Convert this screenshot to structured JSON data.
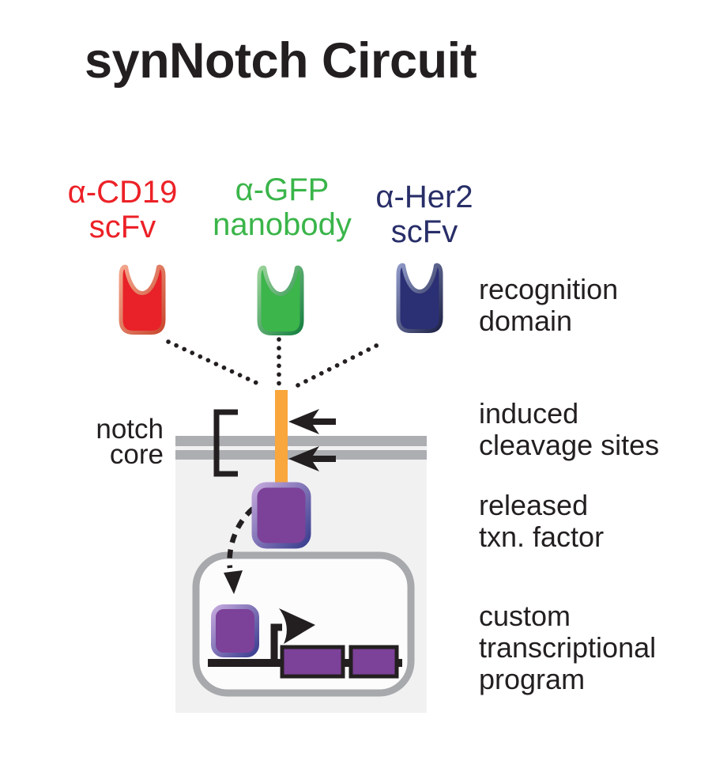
{
  "figure_title": "synNotch Circuit",
  "receptors": [
    {
      "id": "anti-cd19-scfv",
      "line1": "α-CD19",
      "line2": "scFv",
      "text_color": "#EC2127",
      "fill": "#E82228",
      "edge_light": "#F4A88E",
      "edge_dark": "#C9472E"
    },
    {
      "id": "anti-gfp-nanobody",
      "line1": "α-GFP",
      "line2": "nanobody",
      "text_color": "#3AB54A",
      "fill": "#3CB54B",
      "edge_light": "#9BD49B",
      "edge_dark": "#157F40"
    },
    {
      "id": "anti-her2-scfv",
      "line1": "α-Her2",
      "line2": "scFv",
      "text_color": "#282E68",
      "fill": "#2B2F74",
      "edge_light": "#8E99C8",
      "edge_dark": "#1D2145"
    }
  ],
  "notch_core_label": {
    "line1": "notch",
    "line2": "core"
  },
  "annotations": {
    "recognition_domain": {
      "line1": "recognition",
      "line2": "domain"
    },
    "induced_cleavage_sites": {
      "line1": "induced",
      "line2": "cleavage sites"
    },
    "released_txn_factor": {
      "line1": "released",
      "line2": "txn. factor"
    },
    "custom_program": {
      "line1": "custom",
      "line2": "transcriptional",
      "line3": "program"
    }
  },
  "colors": {
    "text": "#231F20",
    "black": "#231F20",
    "orange_bar": "#F9A63C",
    "membrane_gray": "#ACAEB1",
    "cell_fill": "#F1F1F2",
    "nucleus_stroke": "#A7A9AC",
    "nucleus_fill": "#FCFCFD",
    "purple": "#7C4199",
    "purple_edge_light": "#C3A8DC",
    "purple_edge_dark": "#3A3D8F"
  }
}
